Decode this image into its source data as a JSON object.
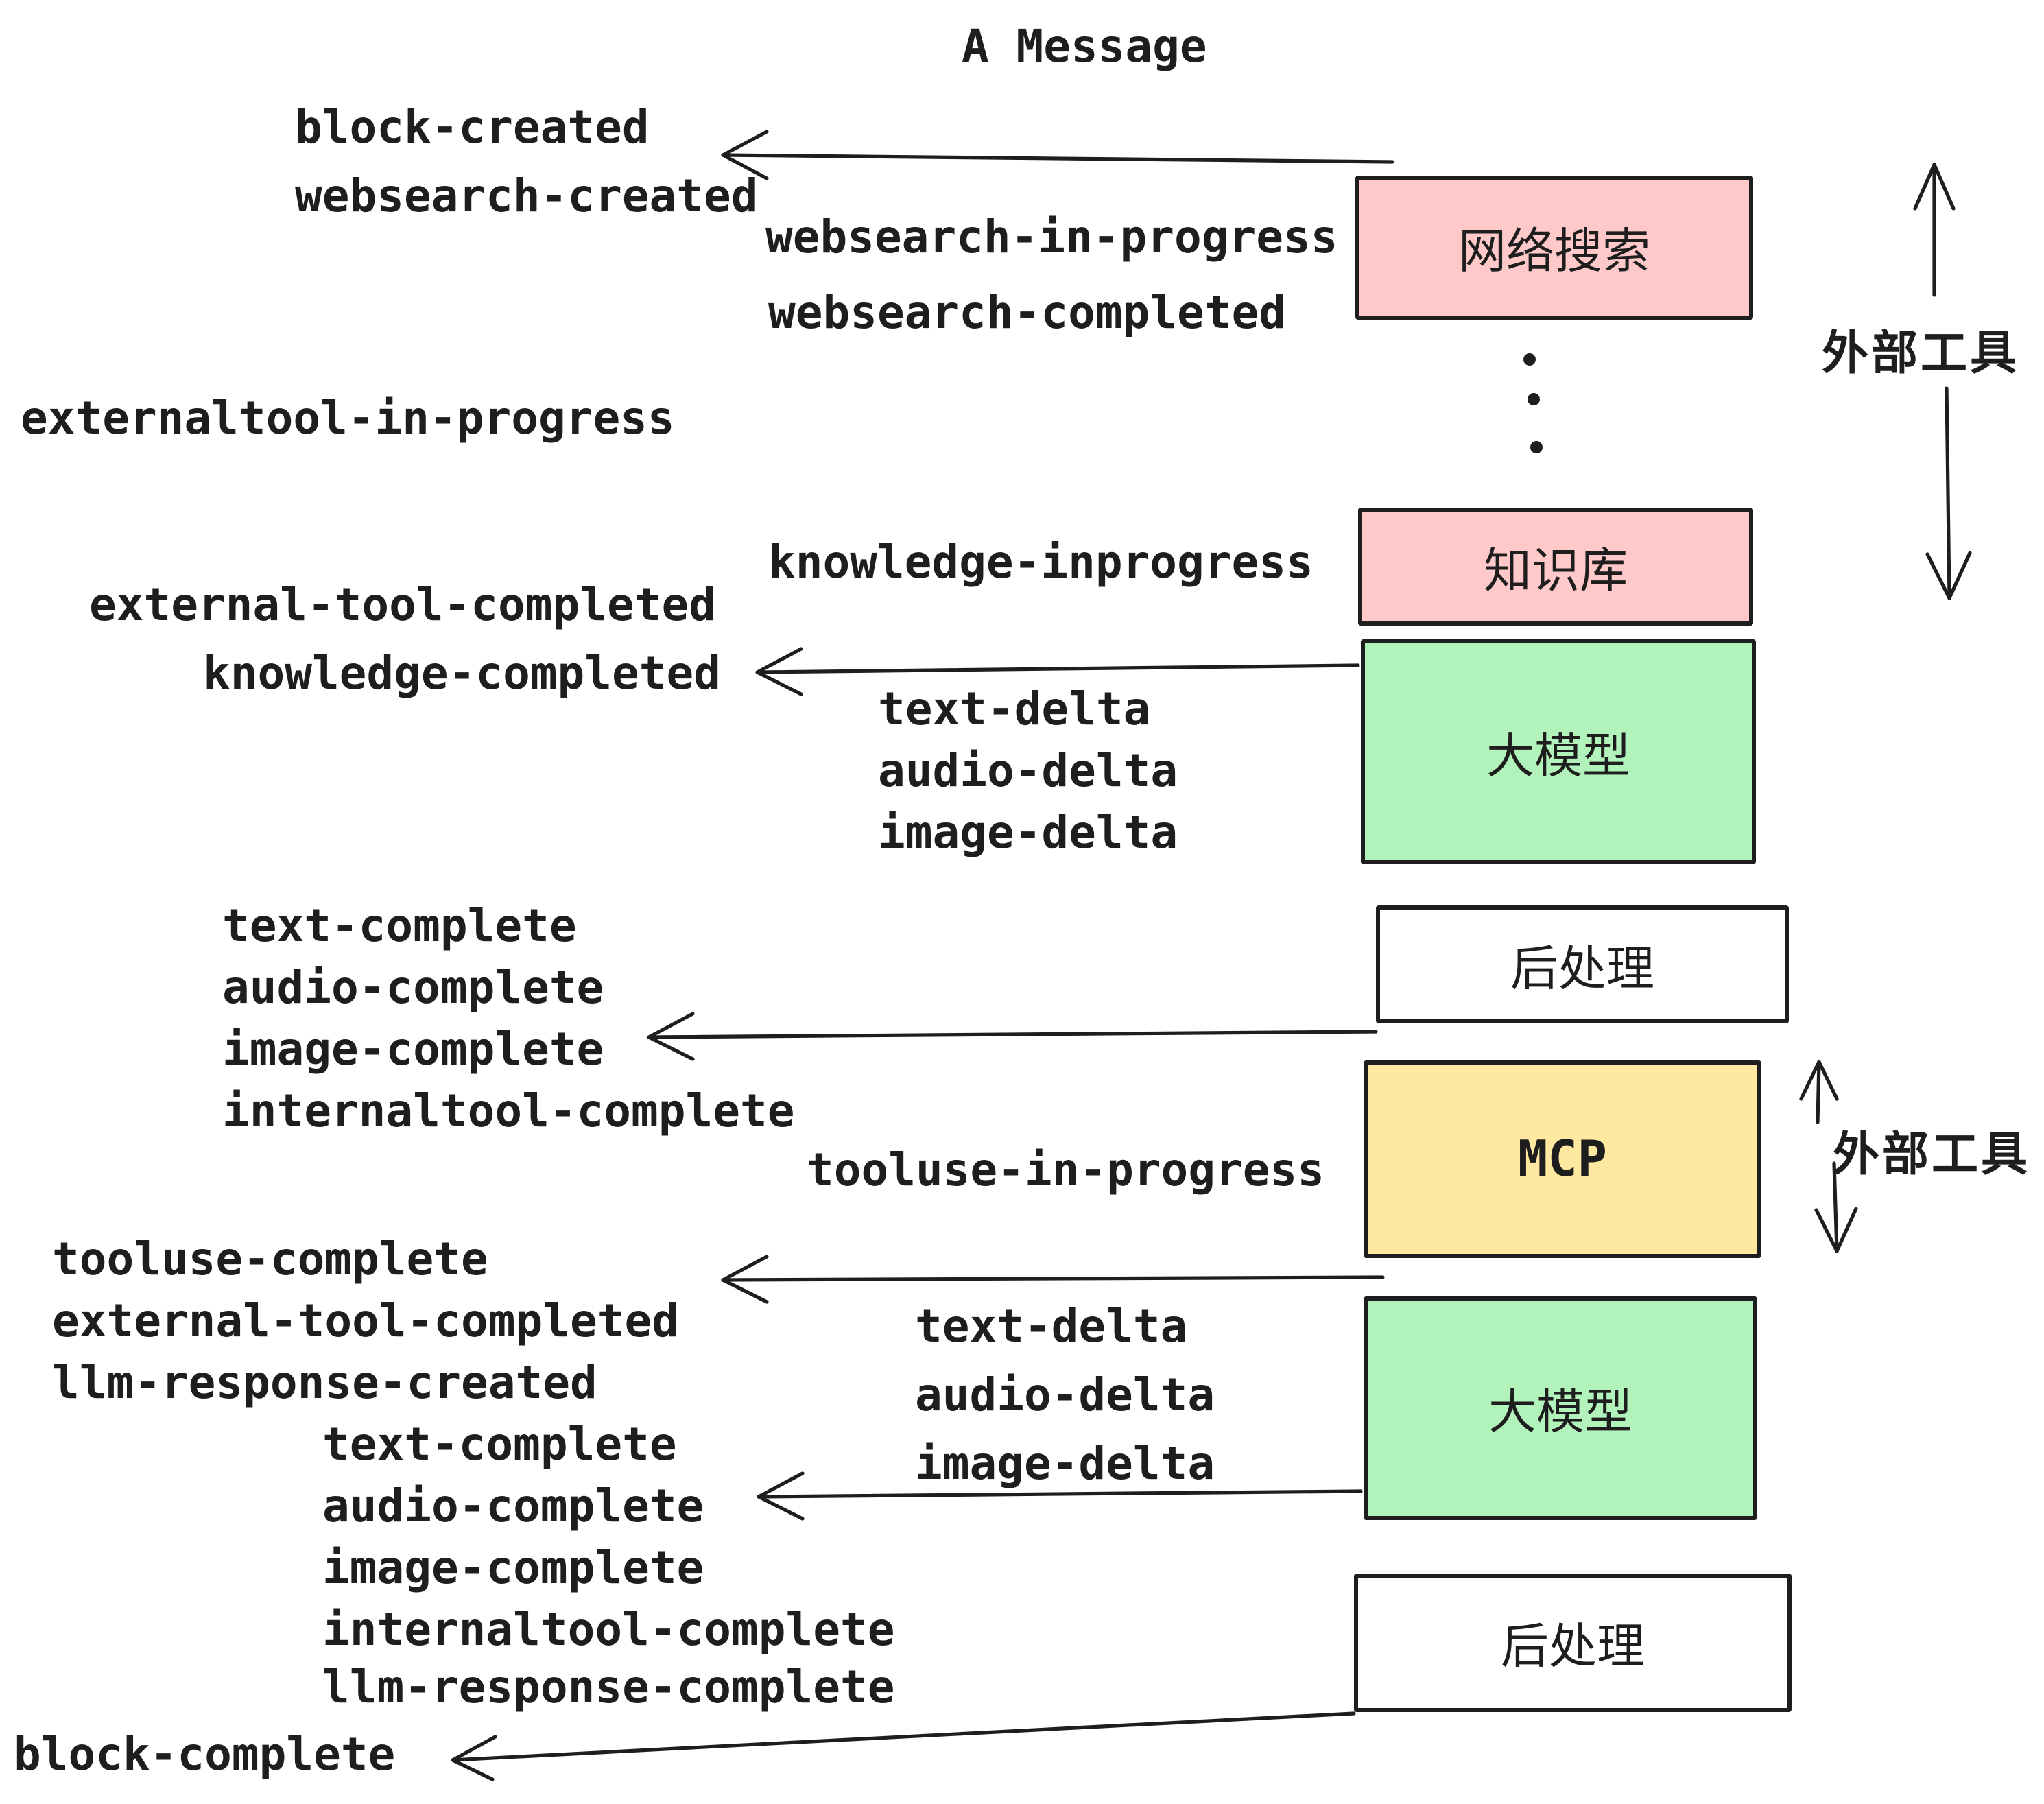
{
  "title": "A Message",
  "events": {
    "block_created": "block-created",
    "websearch_created": "websearch-created",
    "websearch_in_progress": "websearch-in-progress",
    "websearch_completed": "websearch-completed",
    "externaltool_in_progress": "externaltool-in-progress",
    "knowledge_inprogress": "knowledge-inprogress",
    "external_tool_completed": "external-tool-completed",
    "knowledge_completed": "knowledge-completed",
    "text_delta": "text-delta",
    "audio_delta": "audio-delta",
    "image_delta": "image-delta",
    "text_complete": "text-complete",
    "audio_complete": "audio-complete",
    "image_complete": "image-complete",
    "internaltool_complete": "internaltool-complete",
    "tooluse_in_progress": "tooluse-in-progress",
    "tooluse_complete": "tooluse-complete",
    "llm_response_created": "llm-response-created",
    "llm_response_complete": "llm-response-complete",
    "block_complete": "block-complete"
  },
  "nodes": {
    "websearch": "网络搜索",
    "knowledge": "知识库",
    "llm": "大模型",
    "postprocess": "后处理",
    "mcp": "MCP"
  },
  "annotations": {
    "external_tools": "外部工具"
  },
  "colors": {
    "pink": "#ffc9c9",
    "green": "#b2f2bb",
    "yellow": "#ffe9a0",
    "white": "#ffffff",
    "ink": "#1e1e1e",
    "bg": "#ffffff"
  }
}
